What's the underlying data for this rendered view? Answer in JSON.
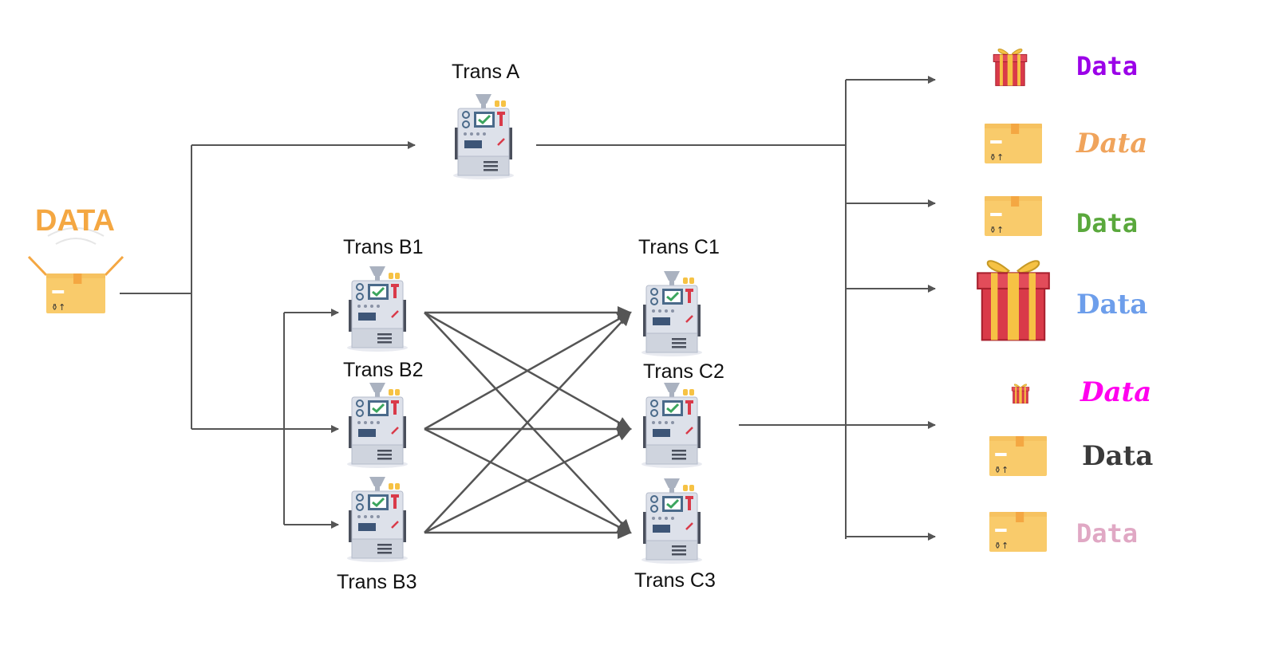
{
  "source": {
    "label": "DATA",
    "color": "#f4a742",
    "icon": "open-box"
  },
  "transforms": {
    "a": {
      "label": "Trans A"
    },
    "b1": {
      "label": "Trans B1"
    },
    "b2": {
      "label": "Trans B2"
    },
    "b3": {
      "label": "Trans B3"
    },
    "c1": {
      "label": "Trans C1"
    },
    "c2": {
      "label": "Trans C2"
    },
    "c3": {
      "label": "Trans C3"
    }
  },
  "transform_icon": "machine",
  "outputs": [
    {
      "text": "Data",
      "color": "#9b00e8",
      "icon": "small-gift"
    },
    {
      "text": "Data",
      "color": "#f0a45c",
      "icon": "box"
    },
    {
      "text": "Data",
      "color": "#5aa83c",
      "icon": "box"
    },
    {
      "text": "Data",
      "color": "#6d9eeb",
      "icon": "large-gift"
    },
    {
      "text": "Data",
      "color": "#ff00ee",
      "icon": "tiny-gift"
    },
    {
      "text": "Data",
      "color": "#3a3a3a",
      "icon": "box"
    },
    {
      "text": "Data",
      "color": "#e0a8c4",
      "icon": "box"
    }
  ],
  "colors": {
    "line": "#555555",
    "box": "#f9cb6b",
    "box_tape": "#f4a742",
    "gift": "#d93a49",
    "ribbon": "#f6c244"
  }
}
